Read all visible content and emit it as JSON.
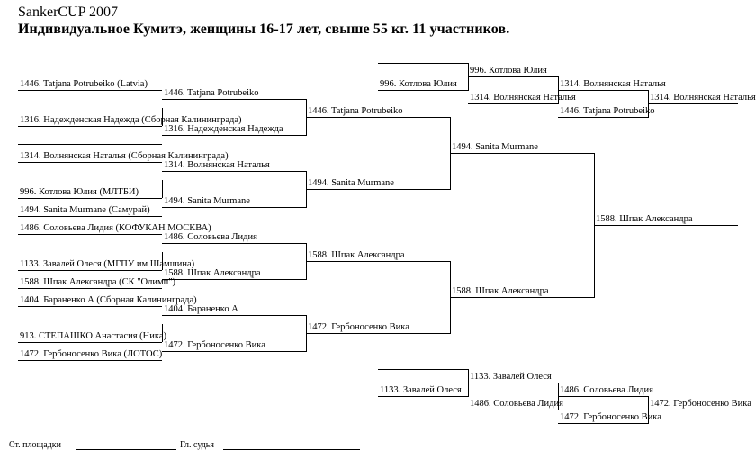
{
  "header": {
    "title": "SankerCUP 2007",
    "subtitle": "Индивидуальное Кумитэ, женщины 16-17 лет, свыше  55 кг. 11 участников."
  },
  "bracket": {
    "round1": [
      "1446. Tatjana Potrubeiko (Latvia)",
      "1316. Надежденская Надежда (Сборная Калининграда)",
      "1314. Волнянская Наталья (Сборная Калининграда)",
      "996. Котлова Юлия (МЛТБИ)",
      "1494. Sanita Murmane (Самурай)",
      "1486. Соловьева Лидия (КОФУКАН МОСКВА)",
      "1133. Завалей Олеся (МГПУ им Шамшина)",
      "1588. Шпак Александра (СК \"Олимп\")",
      "1404. Бараненко А (Сборная Калининграда)",
      "913. СТЕПАШКО Анастасия (Ника)",
      "1472. Гербоносенко Вика (ЛОТОС)"
    ],
    "round2": [
      "1446. Tatjana Potrubeiko",
      "1316. Надежденская Надежда",
      "1314. Волнянская Наталья",
      "1494. Sanita Murmane",
      "1486. Соловьева Лидия",
      "1588. Шпак Александра",
      "1404. Бараненко А",
      "1472. Гербоносенко Вика"
    ],
    "round3": [
      "1446. Tatjana Potrubeiko",
      "1494. Sanita Murmane",
      "1588. Шпак Александра",
      "1472. Гербоносенко Вика"
    ],
    "semifinal": [
      "1494. Sanita Murmane",
      "1588. Шпак Александра"
    ],
    "final": "1588. Шпак Александра"
  },
  "repechage_top": {
    "r1": "996. Котлова Юлия",
    "r2_a": "996. Котлова Юлия",
    "r2_b": "1314. Волнянская Наталья",
    "r3_a": "1314. Волнянская Наталья",
    "r3_b": "1446. Tatjana Potrubeiko",
    "r4": "1314. Волнянская Наталья"
  },
  "repechage_bottom": {
    "r1": "1133. Завалей Олеся",
    "r2_a": "1133. Завалей Олеся",
    "r2_b": "1486. Соловьева Лидия",
    "r3_a": "1486. Соловьева Лидия",
    "r3_b": "1472. Гербоносенко Вика",
    "r4": "1472. Гербоносенко Вика"
  },
  "footer": {
    "site_referee": "Ст. площадки",
    "chief_referee": "Гл. судья"
  }
}
